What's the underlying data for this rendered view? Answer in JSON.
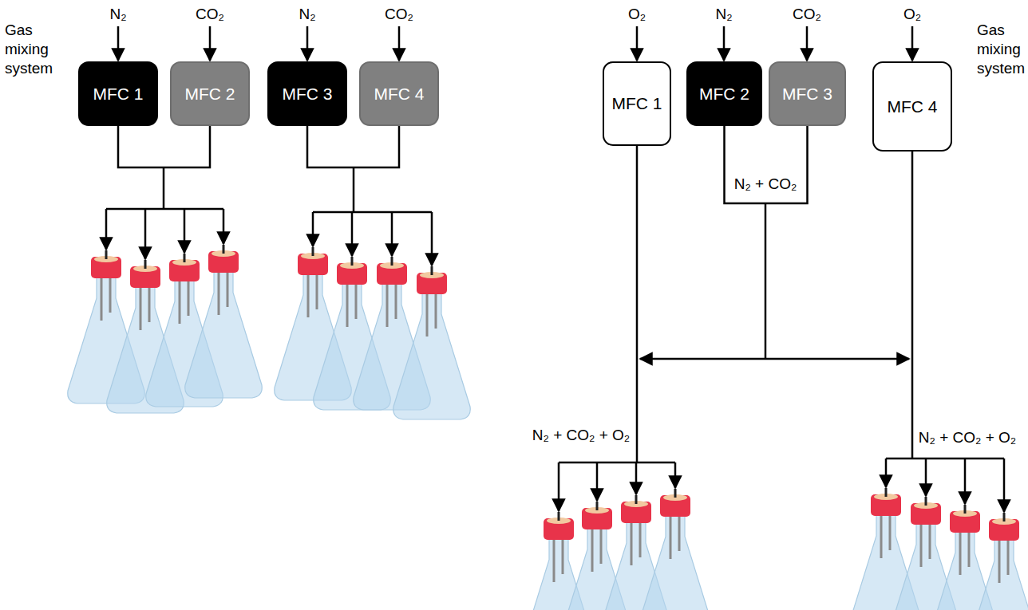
{
  "diagram": {
    "nodes": [
      {
        "text": [
          "MFC 1"
        ]
      },
      {
        "text": [
          "MFC 2"
        ]
      },
      {
        "text": [
          "MFC 3"
        ]
      },
      {
        "text": [
          "MFC 4"
        ]
      },
      {
        "text": [
          "MFC 1"
        ]
      },
      {
        "text": [
          "MFC 2"
        ]
      },
      {
        "text": [
          "MFC 3"
        ]
      },
      {
        "text": [
          "MFC 4"
        ]
      }
    ],
    "edges": [
      {
        "from": 0,
        "to": 1,
        "arrow": "none"
      },
      {
        "from": 2,
        "to": 3,
        "arrow": "none"
      },
      {
        "from": 5,
        "to": 6,
        "arrow": "none"
      }
    ],
    "labels": [
      "Gas mixing system",
      "N₂",
      "CO₂",
      "N₂",
      "CO₂",
      "O₂",
      "N₂",
      "CO₂",
      "O₂",
      "Gas mixing system",
      "N₂ + CO₂",
      "N₂ + CO₂ + O₂",
      "N₂ + CO₂ + O₂"
    ]
  }
}
